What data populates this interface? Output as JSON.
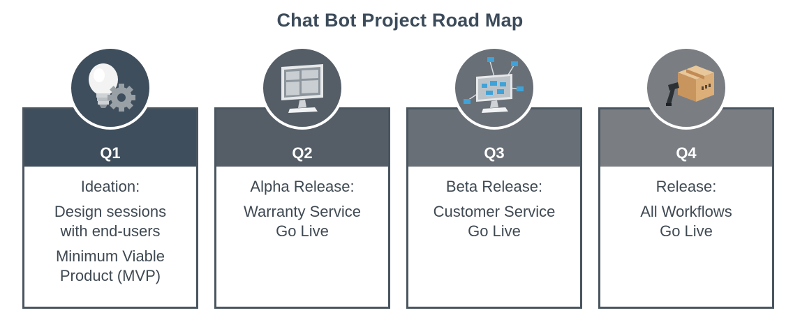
{
  "title": "Chat Bot Project Road Map",
  "colors": {
    "q1": "#3f4e5c",
    "q2": "#555e67",
    "q3": "#696f76",
    "q4": "#7a7e83",
    "border": "#49555f",
    "text": "#3f4952"
  },
  "cards": [
    {
      "quarter": "Q1",
      "icon": "lightbulb-gear-icon",
      "heading": "Ideation:",
      "lines": [
        "Design sessions",
        "with end-users"
      ],
      "lines2": [
        "Minimum Viable",
        "Product (MVP)"
      ]
    },
    {
      "quarter": "Q2",
      "icon": "monitor-icon",
      "heading": "Alpha Release:",
      "lines": [
        "Warranty Service",
        "Go Live"
      ],
      "lines2": []
    },
    {
      "quarter": "Q3",
      "icon": "network-monitor-icon",
      "heading": "Beta Release:",
      "lines": [
        "Customer Service",
        "Go Live"
      ],
      "lines2": []
    },
    {
      "quarter": "Q4",
      "icon": "package-scanner-icon",
      "heading": "Release:",
      "lines": [
        "All Workflows",
        "Go Live"
      ],
      "lines2": []
    }
  ]
}
